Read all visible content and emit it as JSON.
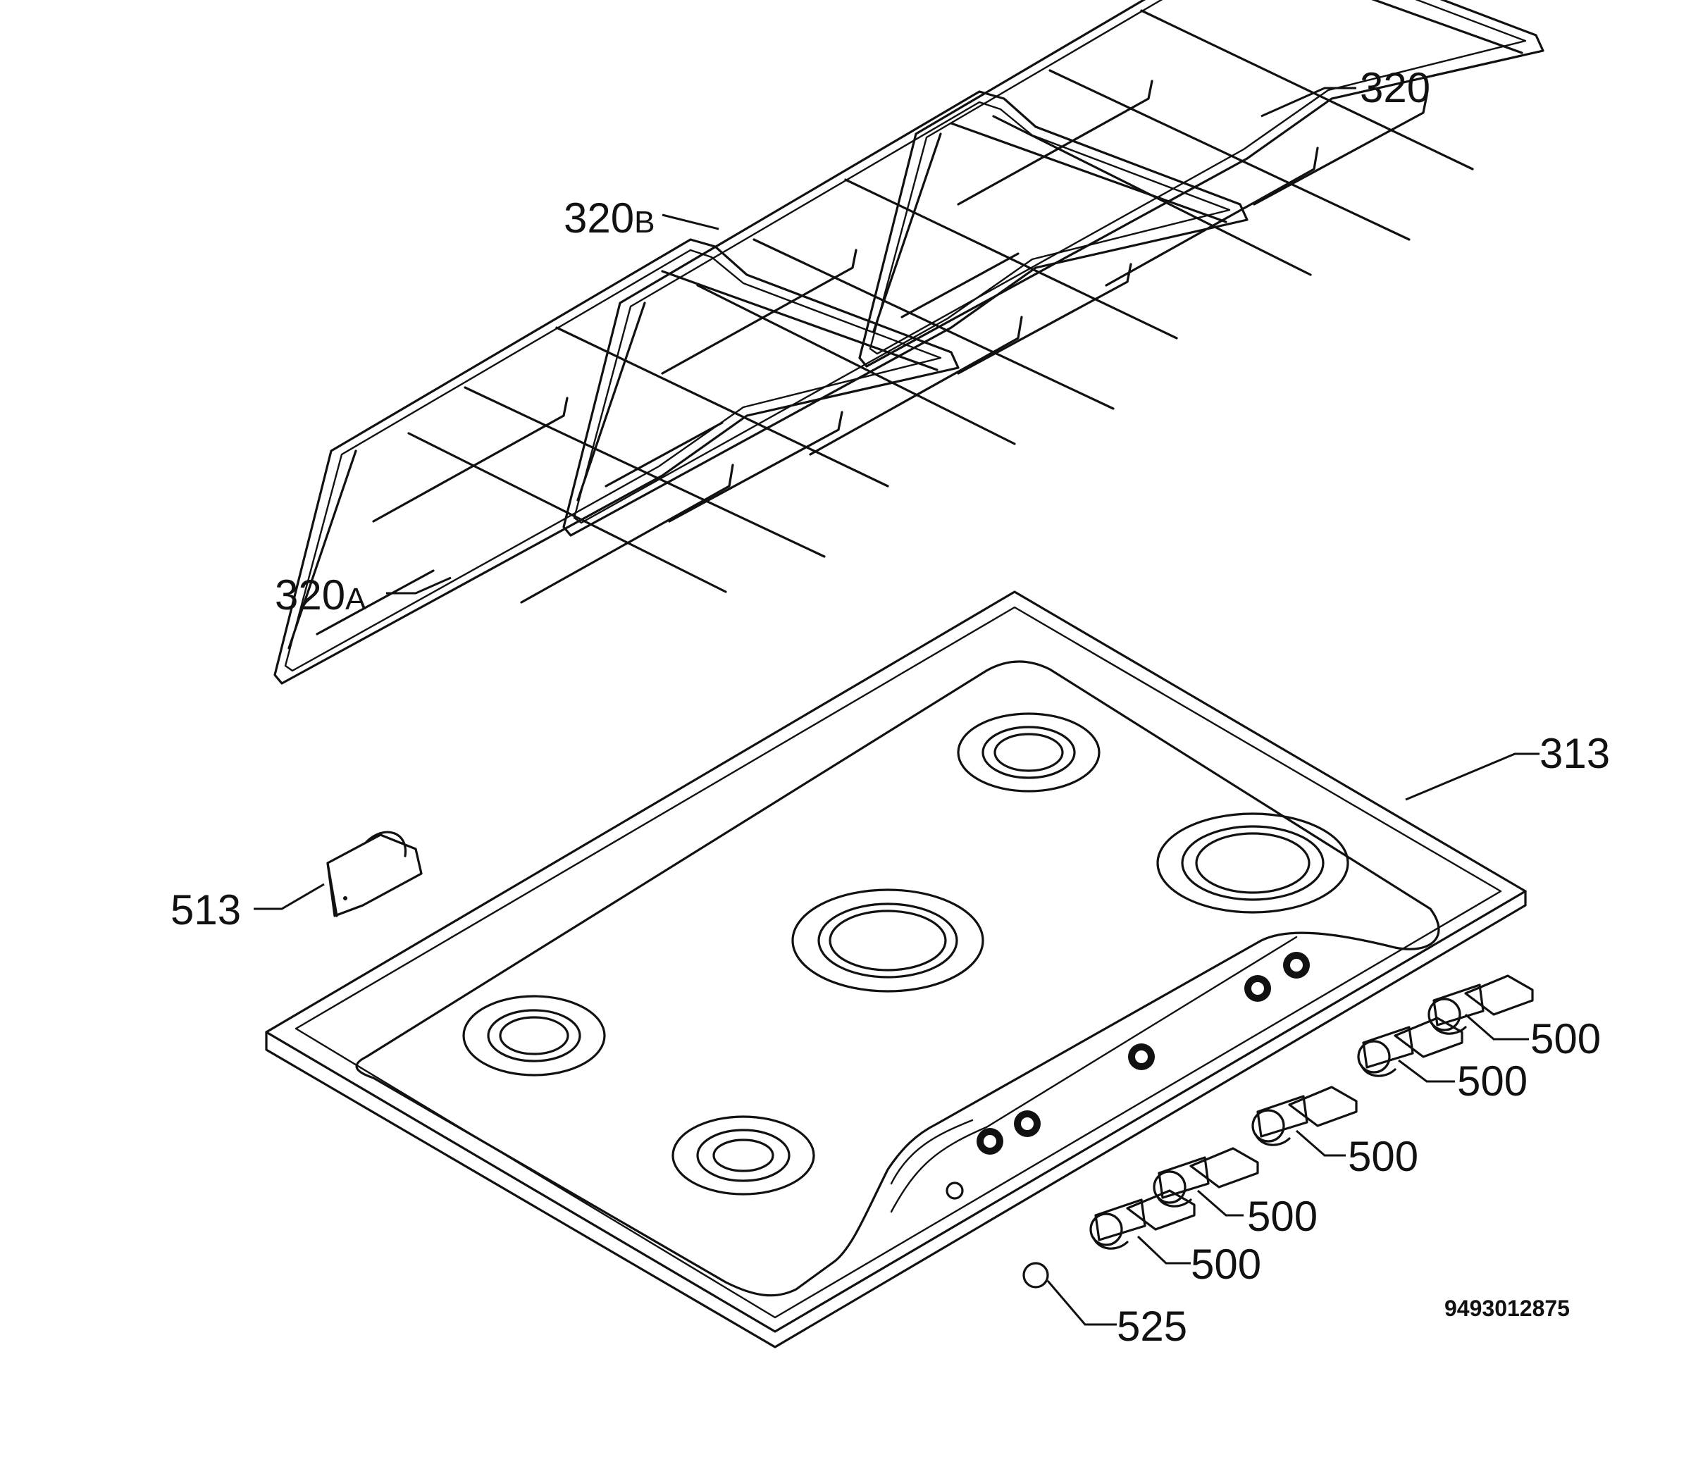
{
  "labels": {
    "grate_rear": "320",
    "grate_middle_num": "320",
    "grate_middle_suffix": "B",
    "grate_front_num": "320",
    "grate_front_suffix": "A",
    "hob": "313",
    "clip": "513",
    "knob_1": "500",
    "knob_2": "500",
    "knob_3": "500",
    "knob_4": "500",
    "knob_5": "500",
    "button": "525"
  },
  "drawing_code": "9493012875"
}
